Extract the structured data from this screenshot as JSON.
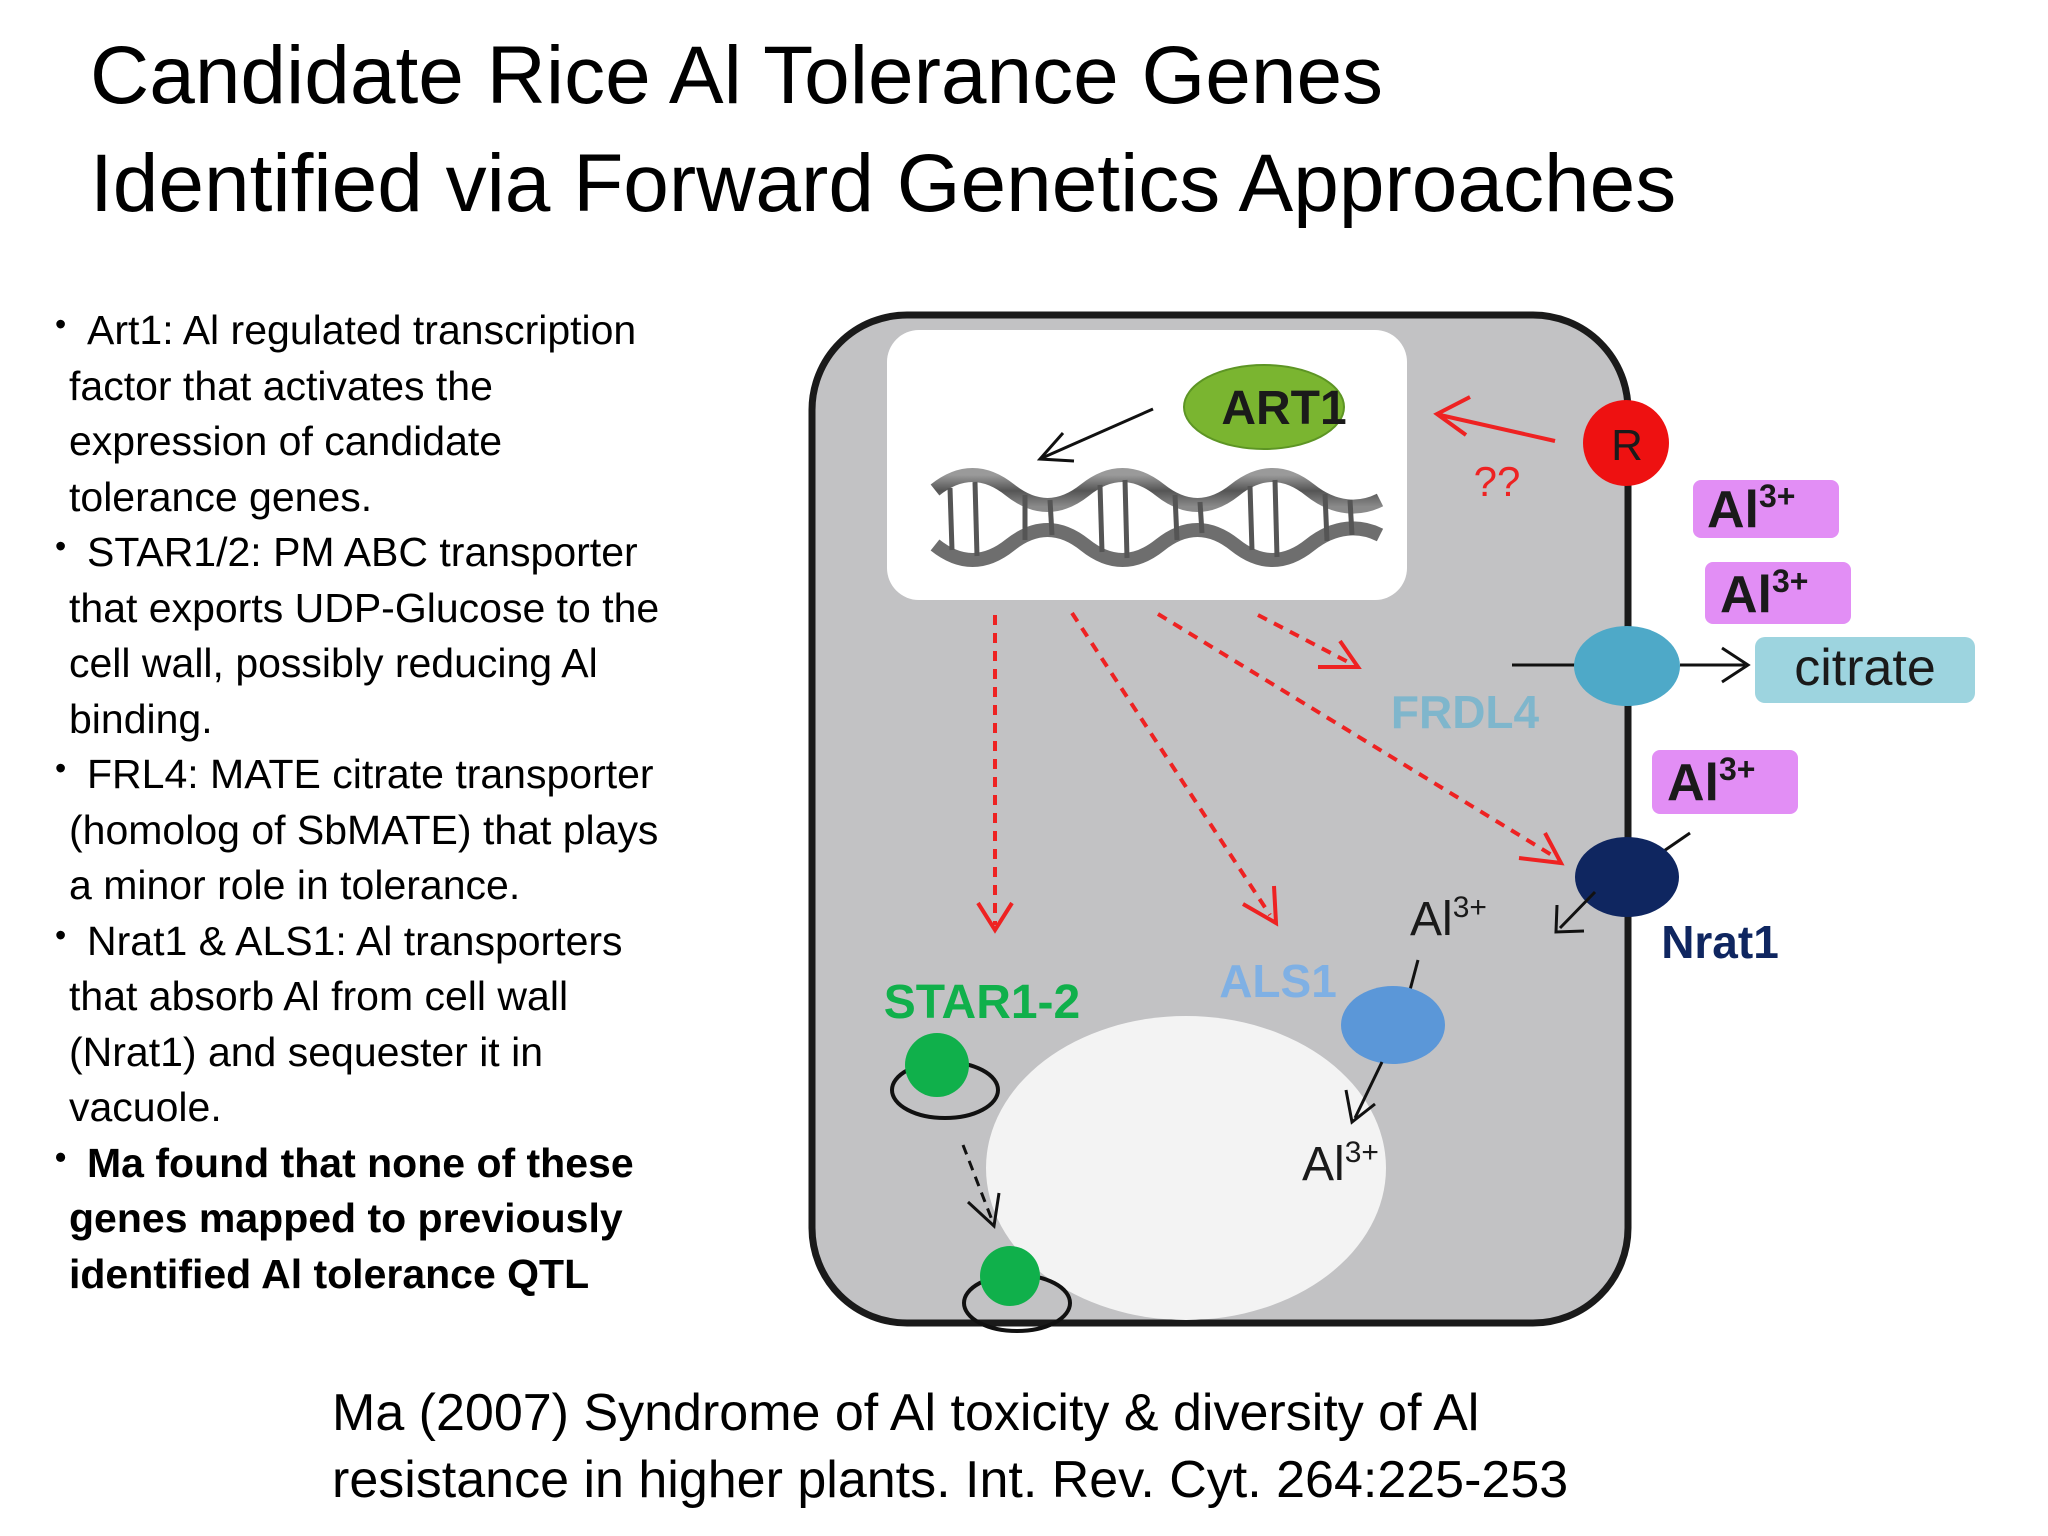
{
  "title": {
    "line1": "Candidate Rice Al Tolerance Genes",
    "line2": "Identified via Forward Genetics Approaches"
  },
  "bullets": [
    {
      "lines": [
        "Art1: Al regulated transcription",
        "factor that activates the",
        "expression of candidate",
        "tolerance genes."
      ],
      "bold": false
    },
    {
      "lines": [
        "STAR1/2: PM ABC transporter",
        "that exports UDP-Glucose to the",
        "cell wall, possibly reducing Al",
        "binding."
      ],
      "bold": false
    },
    {
      "lines": [
        "FRL4: MATE citrate transporter",
        "(homolog of SbMATE) that plays",
        "a minor role in tolerance."
      ],
      "bold": false
    },
    {
      "lines": [
        "Nrat1  & ALS1: Al transporters",
        "that absorb Al from cell wall",
        "(Nrat1) and sequester it in",
        "vacuole."
      ],
      "bold": false
    },
    {
      "lines": [
        "Ma found that none of these",
        "genes mapped to previously",
        "identified Al tolerance QTL"
      ],
      "bold": true
    }
  ],
  "diagram": {
    "art1": "ART1",
    "receptor": "R",
    "unknown": "??",
    "al_base": "Al",
    "al_sup": "3+",
    "citrate": "citrate",
    "frdl4": "FRDL4",
    "nrat1": "Nrat1",
    "als1": "ALS1",
    "star": "STAR1-2"
  },
  "colors": {
    "cell_fill": "#c2c2c4",
    "art1_green": "#7ab530",
    "receptor_red": "#ee1111",
    "al_pink": "#e28ef5",
    "citrate_blue": "#9dd4df",
    "frdl4_blue": "#4ea9c8",
    "nrat1_navy": "#0f2660",
    "als1_blue": "#5b97d8",
    "star_green": "#10b04b",
    "arrow_red": "#ee2222"
  },
  "citation": {
    "line1": "Ma (2007) Syndrome of Al toxicity & diversity of Al",
    "line2": "resistance in higher plants. Int. Rev. Cyt. 264:225-253"
  }
}
